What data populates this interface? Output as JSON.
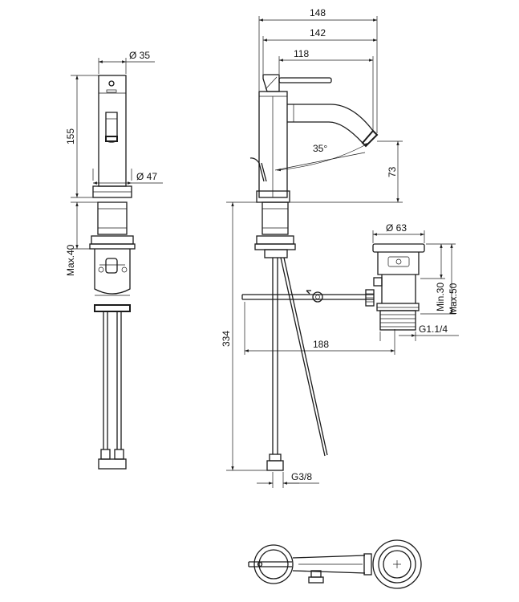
{
  "dimensions": {
    "body_diameter": "Ø 35",
    "base_diameter": "Ø 47",
    "body_height": "155",
    "max_deck_thickness": "Max.40",
    "overall_depth": "148",
    "inner_depth": "142",
    "spout_reach": "118",
    "swivel_angle": "35°",
    "spout_height": "73",
    "supply_length": "334",
    "waste_offset": "188",
    "waste_diameter": "Ø 63",
    "waste_min": "Min.30",
    "waste_max": "Max.50",
    "waste_thread": "G1.1/4",
    "supply_thread": "G3/8"
  }
}
